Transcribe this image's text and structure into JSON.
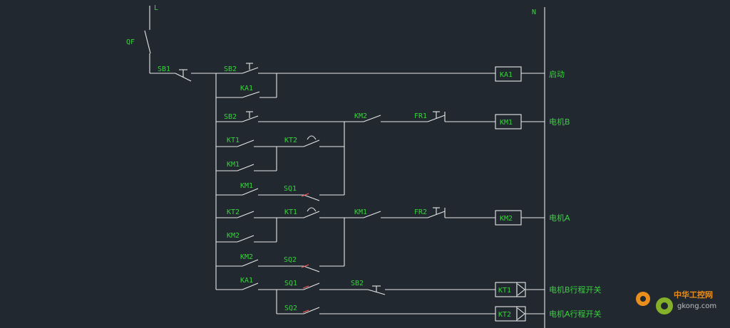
{
  "diagram": {
    "rails": {
      "line": "L",
      "neutral": "N",
      "breaker": "QF"
    },
    "labels": {
      "sb1": "SB1",
      "sb2_a": "SB2",
      "ka1_a": "KA1",
      "sb2_b": "SB2",
      "km2_a": "KM2",
      "fr1": "FR1",
      "kt1_a": "KT1",
      "kt2_a": "KT2",
      "km1_a": "KM1",
      "km1_b": "KM1",
      "sq1_a": "SQ1",
      "kt2_b": "KT2",
      "kt1_b": "KT1",
      "km1_c": "KM1",
      "fr2": "FR2",
      "km2_b": "KM2",
      "km2_c": "KM2",
      "sq2_a": "SQ2",
      "ka1_b": "KA1",
      "sq1_b": "SQ1",
      "sb2_c": "SB2",
      "sq2_b": "SQ2"
    },
    "coils": {
      "ka1": "KA1",
      "km1": "KM1",
      "km2": "KM2",
      "kt1": "KT1",
      "kt2": "KT2"
    },
    "descriptions": {
      "ka1": "启动",
      "km1": "电机B",
      "km2": "电机A",
      "kt1": "电机B行程开关",
      "kt2": "电机A行程开关"
    }
  },
  "watermark": {
    "cn": "中华工控网",
    "url": "gkong.com"
  },
  "colors": {
    "background": "#212830",
    "wire": "#e8e8e8",
    "label": "#37d43a",
    "limit_mark": "#ff5a5a",
    "logo": "#ff9a1a"
  }
}
